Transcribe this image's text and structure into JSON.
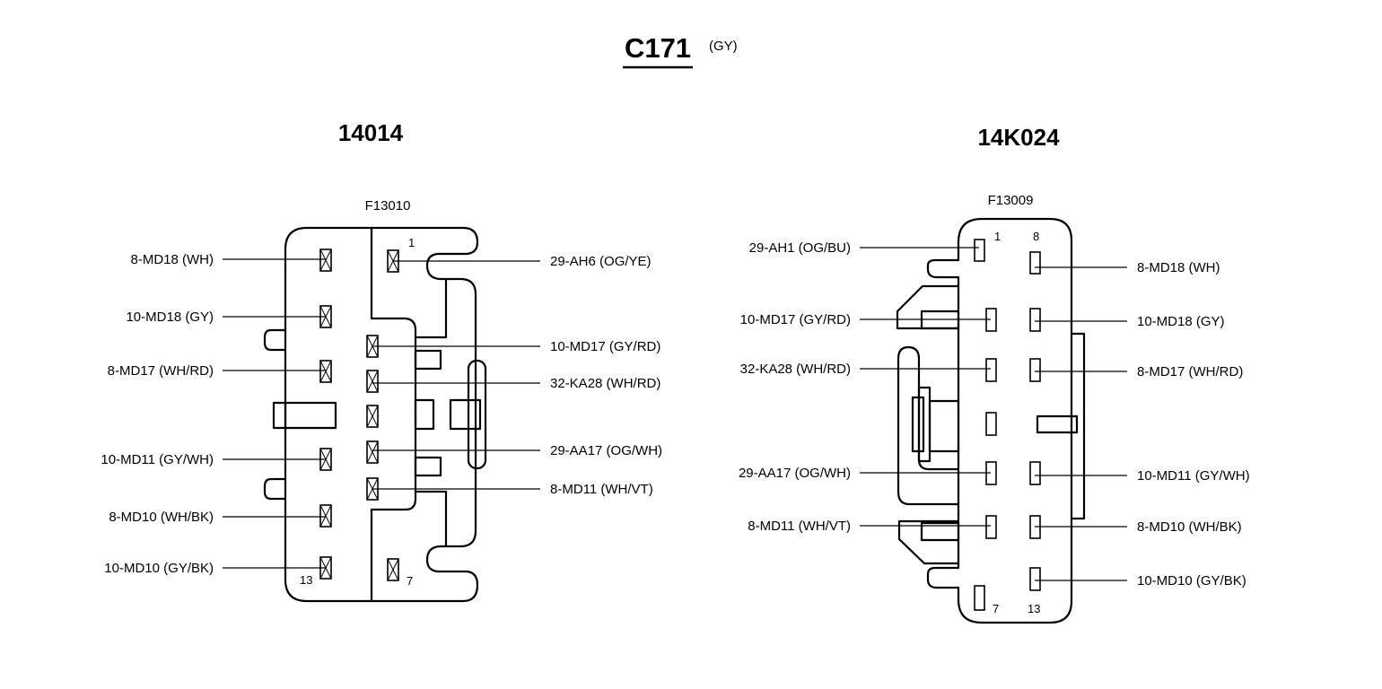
{
  "connector": {
    "id": "C171",
    "color": "(GY)"
  },
  "left": {
    "part": "14014",
    "figure": "F13010",
    "pin_numbers": [
      "1",
      "13",
      "7"
    ],
    "wires": [
      "8-MD18 (WH)",
      "10-MD18 (GY)",
      "8-MD17 (WH/RD)",
      "10-MD11 (GY/WH)",
      "8-MD10 (WH/BK)",
      "10-MD10 (GY/BK)",
      "29-AH6 (OG/YE)",
      "10-MD17 (GY/RD)",
      "32-KA28 (WH/RD)",
      "29-AA17 (OG/WH)",
      "8-MD11 (WH/VT)"
    ]
  },
  "right": {
    "part": "14K024",
    "figure": "F13009",
    "pin_numbers": [
      "1",
      "8",
      "7",
      "13"
    ],
    "wires": [
      "29-AH1 (OG/BU)",
      "10-MD17 (GY/RD)",
      "32-KA28 (WH/RD)",
      "29-AA17 (OG/WH)",
      "8-MD11 (WH/VT)",
      "8-MD18 (WH)",
      "10-MD18 (GY)",
      "8-MD17 (WH/RD)",
      "10-MD11 (GY/WH)",
      "8-MD10 (WH/BK)",
      "10-MD10 (GY/BK)"
    ]
  }
}
